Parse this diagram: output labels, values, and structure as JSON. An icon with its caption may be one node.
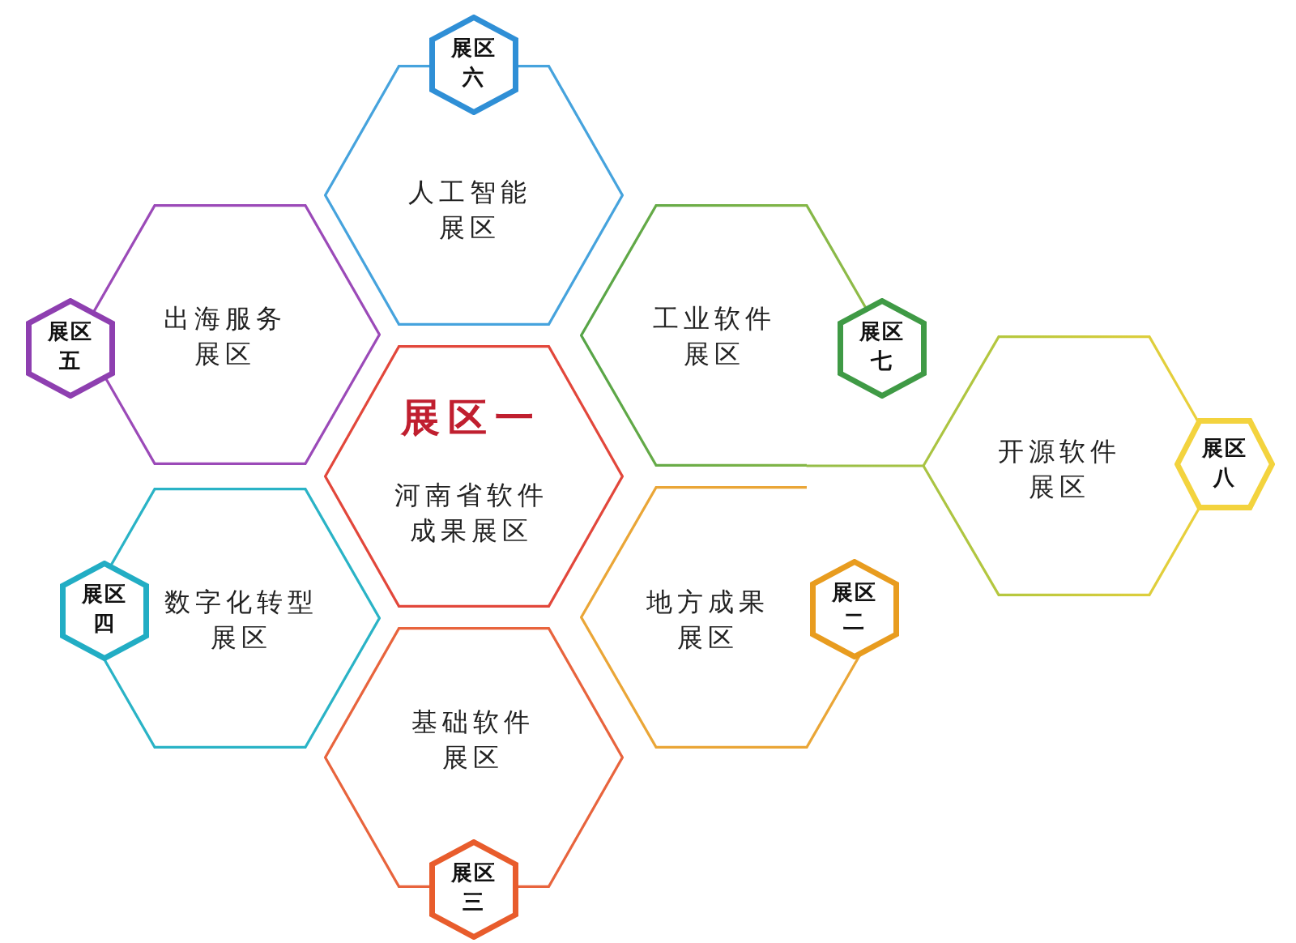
{
  "diagram": {
    "nodes": [
      {
        "text": [
          "展区六"
        ]
      },
      {
        "text": [
          "人工智能展区"
        ]
      },
      {
        "text": [
          "出海服务展区"
        ]
      },
      {
        "text": [
          "展区五"
        ]
      },
      {
        "text": [
          "展区一",
          "河南省软件成果展区"
        ]
      },
      {
        "text": [
          "工业软件展区"
        ]
      },
      {
        "text": [
          "展区七"
        ]
      },
      {
        "text": [
          "开源软件展区"
        ]
      },
      {
        "text": [
          "展区八"
        ]
      },
      {
        "text": [
          "数字化转型展区"
        ]
      },
      {
        "text": [
          "展区四"
        ]
      },
      {
        "text": [
          "地方成果展区"
        ]
      },
      {
        "text": [
          "展区二"
        ]
      },
      {
        "text": [
          "基础软件展区"
        ]
      },
      {
        "text": [
          "展区三"
        ]
      }
    ]
  }
}
